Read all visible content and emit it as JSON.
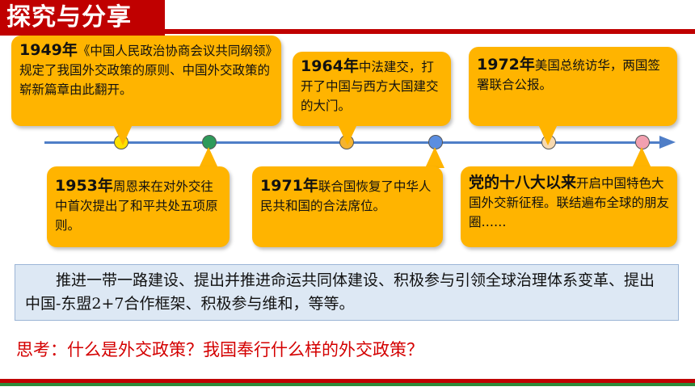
{
  "header": {
    "title": "探究与分享"
  },
  "events": [
    {
      "year": "1949年",
      "text": "《中国人民政治协商会议共同纲领》规定了我国外交政策的原则、中国外交政策的崭新篇章由此翻开。"
    },
    {
      "year": "1953年",
      "text": "周恩来在对外交往中首次提出了和平共处五项原则。"
    },
    {
      "year": "1964年",
      "text": "中法建交，打开了中国与西方大国建交的大门。"
    },
    {
      "year": "1971年",
      "text": "联合国恢复了中华人民共和国的合法席位。"
    },
    {
      "year": "1972年",
      "text": "美国总统访华，两国签署联合公报。"
    },
    {
      "year": "党的十八大以来",
      "text": "开启中国特色大国外交新征程。联结遍布全球的朋友圈……"
    }
  ],
  "dots": [
    {
      "color": "#ffe100"
    },
    {
      "color": "#2e9a5a"
    },
    {
      "color": "#f5b330"
    },
    {
      "color": "#5b8ee0"
    },
    {
      "color": "#f7d9b0"
    },
    {
      "color": "#f2a0b0"
    }
  ],
  "info": {
    "text": "推进一带一路建设、提出并推进命运共同体建设、积极参与引领全球治理体系变革、提出中国-东盟2+7合作框架、积极参与维和，等等。"
  },
  "question": {
    "text": "思考：什么是外交政策？我国奉行什么样的外交政策？"
  }
}
